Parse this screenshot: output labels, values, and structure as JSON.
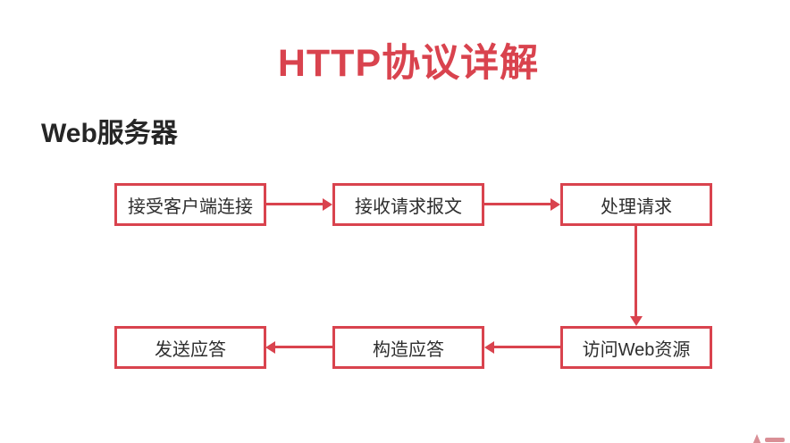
{
  "page": {
    "title": "HTTP协议详解",
    "section_heading": "Web服务器"
  },
  "colors": {
    "accent_red": "#d9434e",
    "box_text": "#2d2d2d",
    "heading_text": "#262626",
    "watermark_pink": "#d98f96"
  },
  "flowchart": {
    "boxes": [
      {
        "label": "接受客户端连接"
      },
      {
        "label": "接收请求报文"
      },
      {
        "label": "处理请求"
      },
      {
        "label": "访问Web资源"
      },
      {
        "label": "构造应答"
      },
      {
        "label": "发送应答"
      }
    ],
    "arrows": [
      {
        "from": "接受客户端连接",
        "to": "接收请求报文",
        "direction": "right"
      },
      {
        "from": "接收请求报文",
        "to": "处理请求",
        "direction": "right"
      },
      {
        "from": "处理请求",
        "to": "访问Web资源",
        "direction": "down"
      },
      {
        "from": "访问Web资源",
        "to": "构造应答",
        "direction": "left"
      },
      {
        "from": "构造应答",
        "to": "发送应答",
        "direction": "left"
      }
    ]
  }
}
